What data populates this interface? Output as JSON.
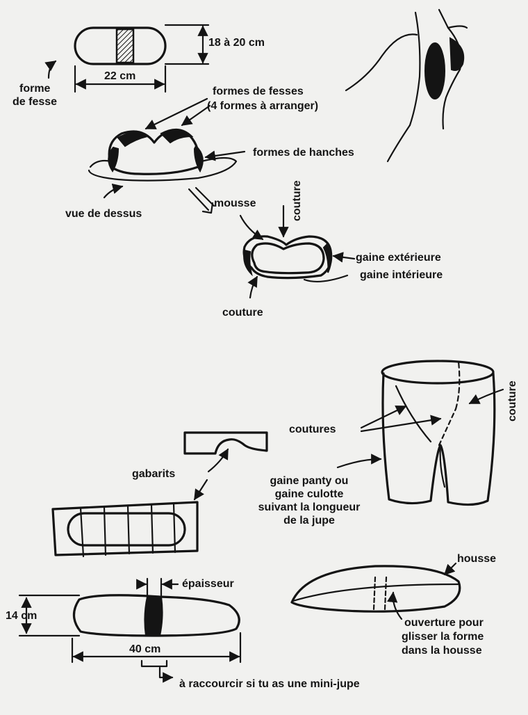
{
  "labels": {
    "dim_18_20": "18 à 20 cm",
    "dim_22": "22 cm",
    "forme_de_fesse_1": "forme",
    "forme_de_fesse_2": "de fesse",
    "formes_de_fesses_1": "formes de fesses",
    "formes_de_fesses_2": "(4 formes à arranger)",
    "formes_de_hanches": "formes de hanches",
    "vue_de_dessus": "vue de dessus",
    "mousse": "mousse",
    "couture_top": "couture",
    "gaine_exterieure": "gaine extérieure",
    "gaine_interieure": "gaine intérieure",
    "couture_bottom": "couture",
    "coutures": "coutures",
    "couture_panty": "couture",
    "gaine_panty_1": "gaine panty ou",
    "gaine_panty_2": "gaine culotte",
    "gaine_panty_3": "suivant la longueur",
    "gaine_panty_4": "de la jupe",
    "gabarits": "gabarits",
    "epaisseur": "épaisseur",
    "dim_14": "14 cm",
    "dim_40": "40 cm",
    "housse": "housse",
    "ouverture_1": "ouverture pour",
    "ouverture_2": "glisser la forme",
    "ouverture_3": "dans la housse",
    "raccourcir": "à raccourcir si tu as une mini-jupe"
  }
}
